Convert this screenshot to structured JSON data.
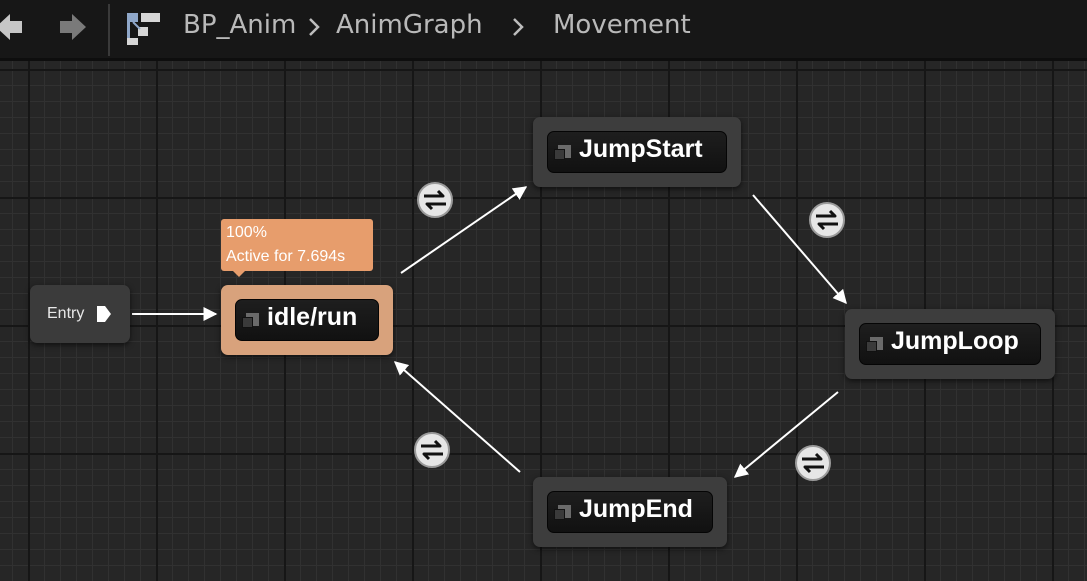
{
  "toolbar": {
    "back_icon": "back-arrow-icon",
    "forward_icon": "forward-arrow-icon",
    "graph_icon": "state-machine-graph-icon",
    "breadcrumbs": [
      "BP_Anim",
      "AnimGraph",
      "Movement"
    ],
    "separator_icon": "chevron-right-icon"
  },
  "graph": {
    "entry": {
      "label": "Entry",
      "pin_icon": "exec-pin-icon"
    },
    "states": [
      {
        "name": "idle/run",
        "active": true
      },
      {
        "name": "JumpStart",
        "active": false
      },
      {
        "name": "JumpLoop",
        "active": false
      },
      {
        "name": "JumpEnd",
        "active": false
      }
    ],
    "active_debug": {
      "weight": "100%",
      "active_text": "Active for 7.694s"
    },
    "transitions": [
      {
        "from": "idle/run",
        "to": "JumpStart",
        "icon": "transition-rule-icon"
      },
      {
        "from": "JumpStart",
        "to": "JumpLoop",
        "icon": "transition-rule-icon"
      },
      {
        "from": "JumpLoop",
        "to": "JumpEnd",
        "icon": "transition-rule-icon"
      },
      {
        "from": "JumpEnd",
        "to": "idle/run",
        "icon": "transition-rule-icon"
      }
    ]
  },
  "colors": {
    "active_state": "#d8a27c",
    "debug_tooltip": "#e79d6c",
    "inactive_state": "#3d3d3d",
    "canvas": "#262626",
    "wire": "#ffffff"
  }
}
